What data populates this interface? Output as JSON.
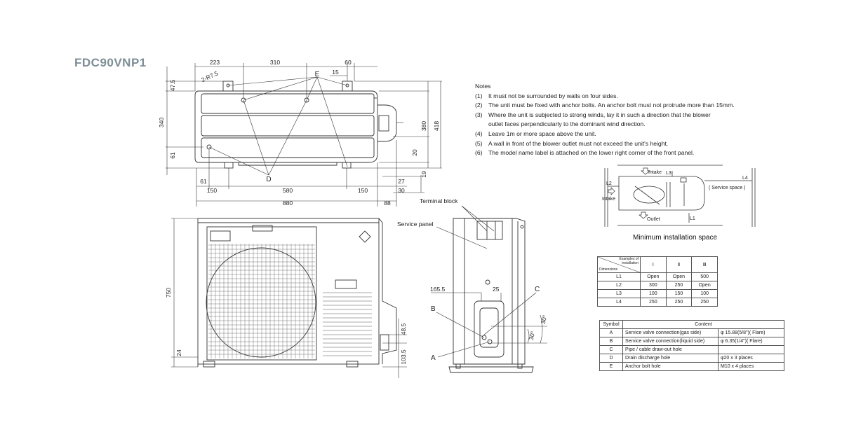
{
  "model": "FDC90VNP1",
  "dims": {
    "top": [
      "223",
      "310",
      "60",
      "15",
      "47.5",
      "2-R7.5"
    ],
    "left": [
      "340",
      "61"
    ],
    "right": [
      "380",
      "418",
      "20",
      "19",
      "27",
      "30"
    ],
    "bottom": [
      "61",
      "150",
      "580",
      "150",
      "880",
      "88"
    ],
    "front": [
      "750",
      "24",
      "48.5",
      "103.5"
    ],
    "side": [
      "165.5",
      "25",
      "30°",
      "30°"
    ]
  },
  "labels": {
    "E": "E",
    "D": "D",
    "A": "A",
    "B": "B",
    "C": "C",
    "terminal_block": "Terminal block",
    "service_panel": "Service panel"
  },
  "notes": {
    "title": "Notes",
    "items": [
      {
        "num": "(1)",
        "text": "It must not be surrounded by walls on four sides."
      },
      {
        "num": "(2)",
        "text": "The unit must be fixed with anchor bolts. An anchor bolt must not protrude more than 15mm."
      },
      {
        "num": "(3)",
        "text": "Where the unit is subjected to strong winds, lay it in such a direction that the blower"
      },
      {
        "num": "",
        "text": "outlet faces perpendicularly to the dominant wind direction."
      },
      {
        "num": "(4)",
        "text": "Leave 1m or more space above the unit."
      },
      {
        "num": "(5)",
        "text": "A wall in front of the blower outlet must not exceed the unit's height."
      },
      {
        "num": "(6)",
        "text": "The model name label is attached on the lower right corner of the front panel."
      }
    ]
  },
  "install": {
    "intake": "Intake",
    "outlet": "Outlet",
    "service_space": "( Service space )",
    "L1": "L1",
    "L2": "L2",
    "L3": "L3",
    "L4": "L4",
    "title": "Minimum installation space"
  },
  "space_table": {
    "corner_top": "Examples of installation",
    "corner_bottom": "Dimensions",
    "cols": [
      "Ⅰ",
      "Ⅱ",
      "Ⅲ"
    ],
    "rows": [
      {
        "dim": "L1",
        "vals": [
          "Open",
          "Open",
          "500"
        ]
      },
      {
        "dim": "L2",
        "vals": [
          "300",
          "250",
          "Open"
        ]
      },
      {
        "dim": "L3",
        "vals": [
          "100",
          "150",
          "100"
        ]
      },
      {
        "dim": "L4",
        "vals": [
          "250",
          "250",
          "250"
        ]
      }
    ]
  },
  "symbol_table": {
    "headers": [
      "Symbol",
      "Content"
    ],
    "rows": [
      {
        "sym": "A",
        "desc": "Service valve connection(gas side)",
        "spec": "φ 15.88(5/8\")( Flare)"
      },
      {
        "sym": "B",
        "desc": "Service valve connection(liquid side)",
        "spec": "φ 6.35(1/4\")( Flare)"
      },
      {
        "sym": "C",
        "desc": "Pipe / cable draw-out hole",
        "spec": ""
      },
      {
        "sym": "D",
        "desc": "Drain discharge hole",
        "spec": "φ20 x 3 places"
      },
      {
        "sym": "E",
        "desc": "Anchor bolt hole",
        "spec": "M10 x 4 places"
      }
    ]
  }
}
